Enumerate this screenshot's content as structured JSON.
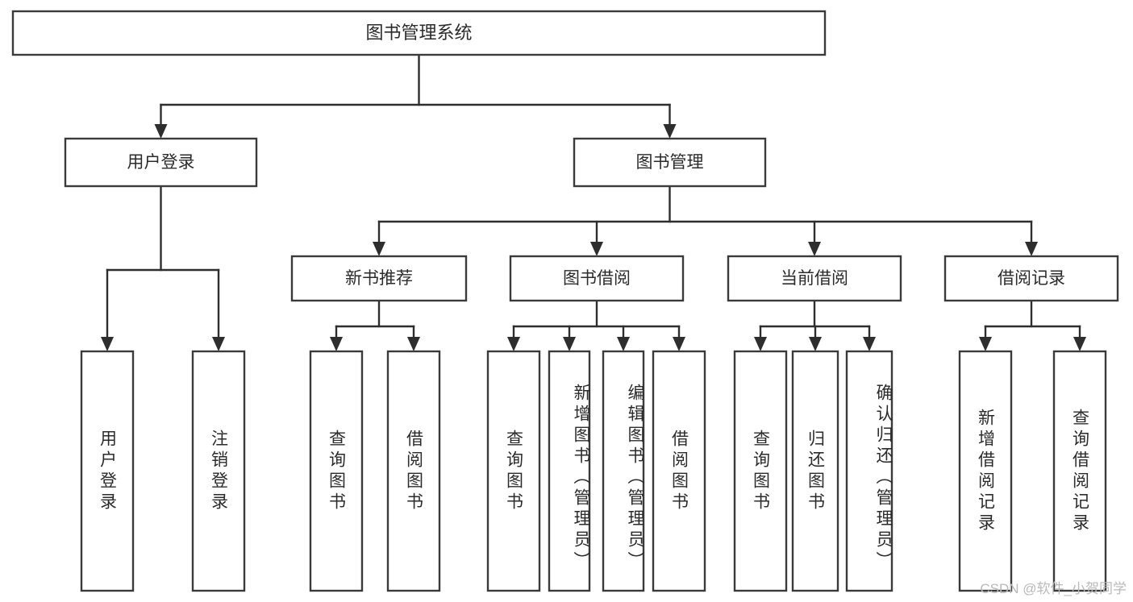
{
  "diagram": {
    "title": "图书管理系统",
    "type": "tree",
    "watermark": "CSDN @软件_小贺同学",
    "nodes": {
      "root": {
        "label": "图书管理系统",
        "orientation": "horizontal",
        "level": 0
      },
      "user_login": {
        "label": "用户登录",
        "orientation": "horizontal",
        "level": 1
      },
      "book_manage": {
        "label": "图书管理",
        "orientation": "horizontal",
        "level": 1
      },
      "new_book_rec": {
        "label": "新书推荐",
        "orientation": "horizontal",
        "level": 2
      },
      "book_borrow": {
        "label": "图书借阅",
        "orientation": "horizontal",
        "level": 2
      },
      "current_borrow": {
        "label": "当前借阅",
        "orientation": "horizontal",
        "level": 2
      },
      "borrow_record": {
        "label": "借阅记录",
        "orientation": "horizontal",
        "level": 2
      },
      "leaf_login": {
        "label": "用户登录",
        "orientation": "vertical",
        "level": 2
      },
      "leaf_logout": {
        "label": "注销登录",
        "orientation": "vertical",
        "level": 2
      },
      "leaf_query_1": {
        "label": "查询图书",
        "orientation": "vertical",
        "level": 3
      },
      "leaf_borrow_1": {
        "label": "借阅图书",
        "orientation": "vertical",
        "level": 3
      },
      "leaf_query_2": {
        "label": "查询图书",
        "orientation": "vertical",
        "level": 3
      },
      "leaf_add_book": {
        "label": "新增图书（管理员）",
        "orientation": "vertical",
        "level": 3
      },
      "leaf_edit_book": {
        "label": "编辑图书（管理员）",
        "orientation": "vertical",
        "level": 3
      },
      "leaf_borrow_2": {
        "label": "借阅图书",
        "orientation": "vertical",
        "level": 3
      },
      "leaf_query_3": {
        "label": "查询图书",
        "orientation": "vertical",
        "level": 3
      },
      "leaf_return": {
        "label": "归还图书",
        "orientation": "vertical",
        "level": 3
      },
      "leaf_confirm": {
        "label": "确认归还（管理员）",
        "orientation": "vertical",
        "level": 3
      },
      "leaf_add_rec": {
        "label": "新增借阅记录",
        "orientation": "vertical",
        "level": 3
      },
      "leaf_query_rec": {
        "label": "查询借阅记录",
        "orientation": "vertical",
        "level": 3
      }
    },
    "edges": [
      {
        "from": "root",
        "to": "user_login"
      },
      {
        "from": "root",
        "to": "book_manage"
      },
      {
        "from": "user_login",
        "to": "leaf_login"
      },
      {
        "from": "user_login",
        "to": "leaf_logout"
      },
      {
        "from": "book_manage",
        "to": "new_book_rec"
      },
      {
        "from": "book_manage",
        "to": "book_borrow"
      },
      {
        "from": "book_manage",
        "to": "current_borrow"
      },
      {
        "from": "book_manage",
        "to": "borrow_record"
      },
      {
        "from": "new_book_rec",
        "to": "leaf_query_1"
      },
      {
        "from": "new_book_rec",
        "to": "leaf_borrow_1"
      },
      {
        "from": "book_borrow",
        "to": "leaf_query_2"
      },
      {
        "from": "book_borrow",
        "to": "leaf_add_book"
      },
      {
        "from": "book_borrow",
        "to": "leaf_edit_book"
      },
      {
        "from": "book_borrow",
        "to": "leaf_borrow_2"
      },
      {
        "from": "current_borrow",
        "to": "leaf_query_3"
      },
      {
        "from": "current_borrow",
        "to": "leaf_return"
      },
      {
        "from": "current_borrow",
        "to": "leaf_confirm"
      },
      {
        "from": "borrow_record",
        "to": "leaf_add_rec"
      },
      {
        "from": "borrow_record",
        "to": "leaf_query_rec"
      }
    ],
    "colors": {
      "box_fill": "#ffffff",
      "box_stroke": "#3a3a3a",
      "line": "#2e2e2e",
      "text": "#2b2b2b",
      "watermark": "#b9b9b9",
      "background": "#ffffff"
    }
  }
}
